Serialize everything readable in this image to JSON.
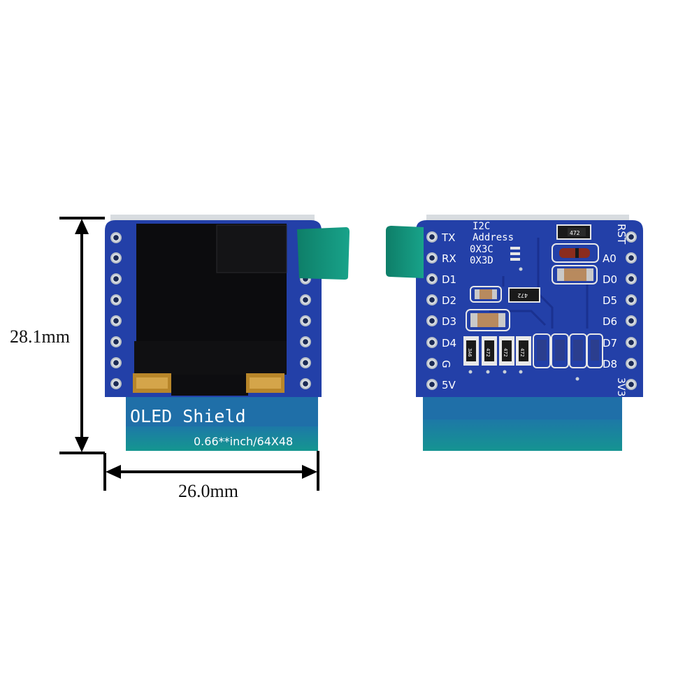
{
  "dimensions": {
    "height_label": "28.1mm",
    "width_label": "26.0mm"
  },
  "front_board": {
    "title": "OLED Shield",
    "subtitle": "0.66**inch/64X48"
  },
  "back_board": {
    "i2c_heading": "I2C",
    "address_label": "Address",
    "address_1": "0X3C",
    "address_2": "0X3D",
    "left_pins": [
      "TX",
      "RX",
      "D1",
      "D2",
      "D3",
      "D4",
      "G",
      "5V"
    ],
    "right_pins": [
      "RST",
      "A0",
      "D0",
      "D5",
      "D6",
      "D7",
      "D8",
      "3V3"
    ],
    "resistor_label": "472",
    "resistor_label_mirrored": "472",
    "small_res_labels": [
      "3A6",
      "472",
      "472",
      "472"
    ]
  },
  "colors": {
    "pcb_blue": "#2340a8",
    "pcb_blue_dark": "#1a3190",
    "teal_tab": "#128a73",
    "screen_black": "#0c0c0e",
    "pad_gold": "#c8d0d8"
  }
}
